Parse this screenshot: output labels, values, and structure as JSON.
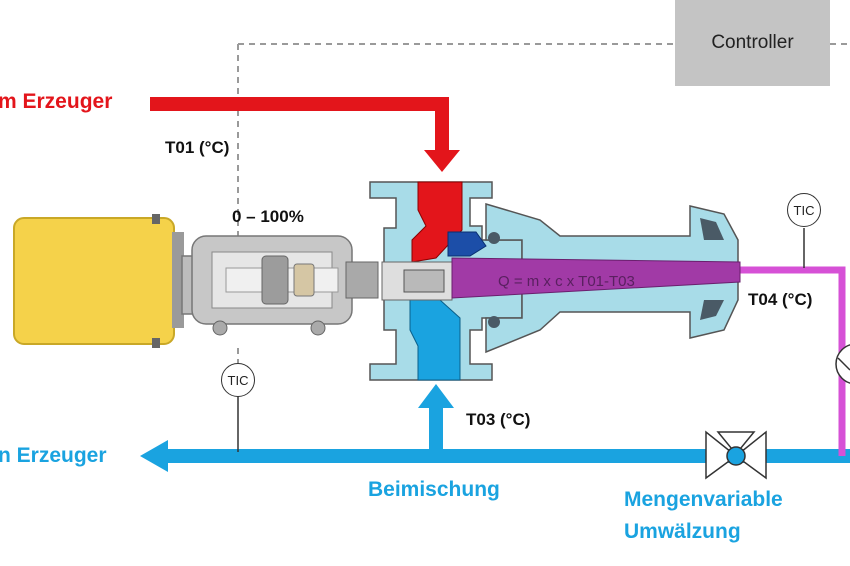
{
  "controller": {
    "label": "Controller"
  },
  "labels": {
    "supply_from_generator": "m Erzeuger",
    "return_to_generator": "n Erzeuger",
    "t01": "T01 (°C)",
    "t03": "T03 (°C)",
    "t04": "T04 (°C)",
    "actuator_range": "0 – 100%",
    "formula": "Q = m x c x T01-T03",
    "admixing": "Beimischung",
    "variable_flow_line1": "Mengenvariable",
    "variable_flow_line2": "Umwälzung"
  },
  "tic": {
    "left": "TIC",
    "right": "TIC"
  },
  "colors": {
    "supply_red": "#e3151b",
    "return_blue": "#1aa3e0",
    "mixed_magenta": "#d651d6",
    "valve_body": "#a8dce8",
    "actuator_yellow": "#f5d24a",
    "controller_grey": "#c4c4c4"
  }
}
